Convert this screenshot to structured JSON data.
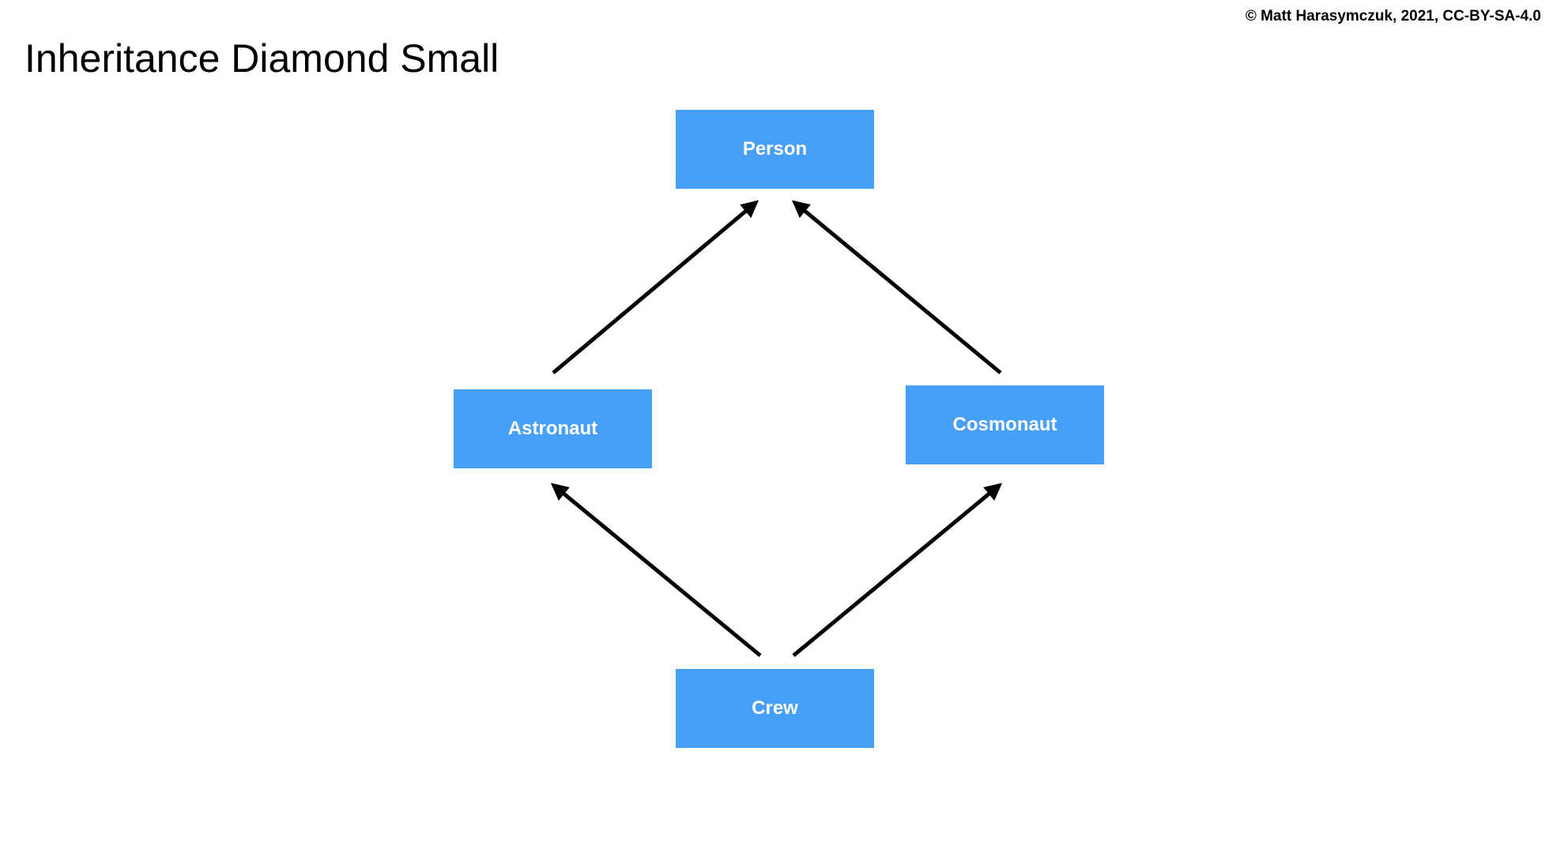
{
  "header": {
    "copyright": "© Matt Harasymczuk, 2021, CC-BY-SA-4.0",
    "title": "Inheritance Diamond Small"
  },
  "diagram": {
    "node_color": "#479FF8",
    "arrow_color": "#000000",
    "nodes": [
      {
        "id": "person",
        "label": "Person"
      },
      {
        "id": "astronaut",
        "label": "Astronaut"
      },
      {
        "id": "cosmonaut",
        "label": "Cosmonaut"
      },
      {
        "id": "crew",
        "label": "Crew"
      }
    ],
    "edges": [
      {
        "from": "astronaut",
        "to": "person"
      },
      {
        "from": "cosmonaut",
        "to": "person"
      },
      {
        "from": "crew",
        "to": "astronaut"
      },
      {
        "from": "crew",
        "to": "cosmonaut"
      }
    ]
  }
}
